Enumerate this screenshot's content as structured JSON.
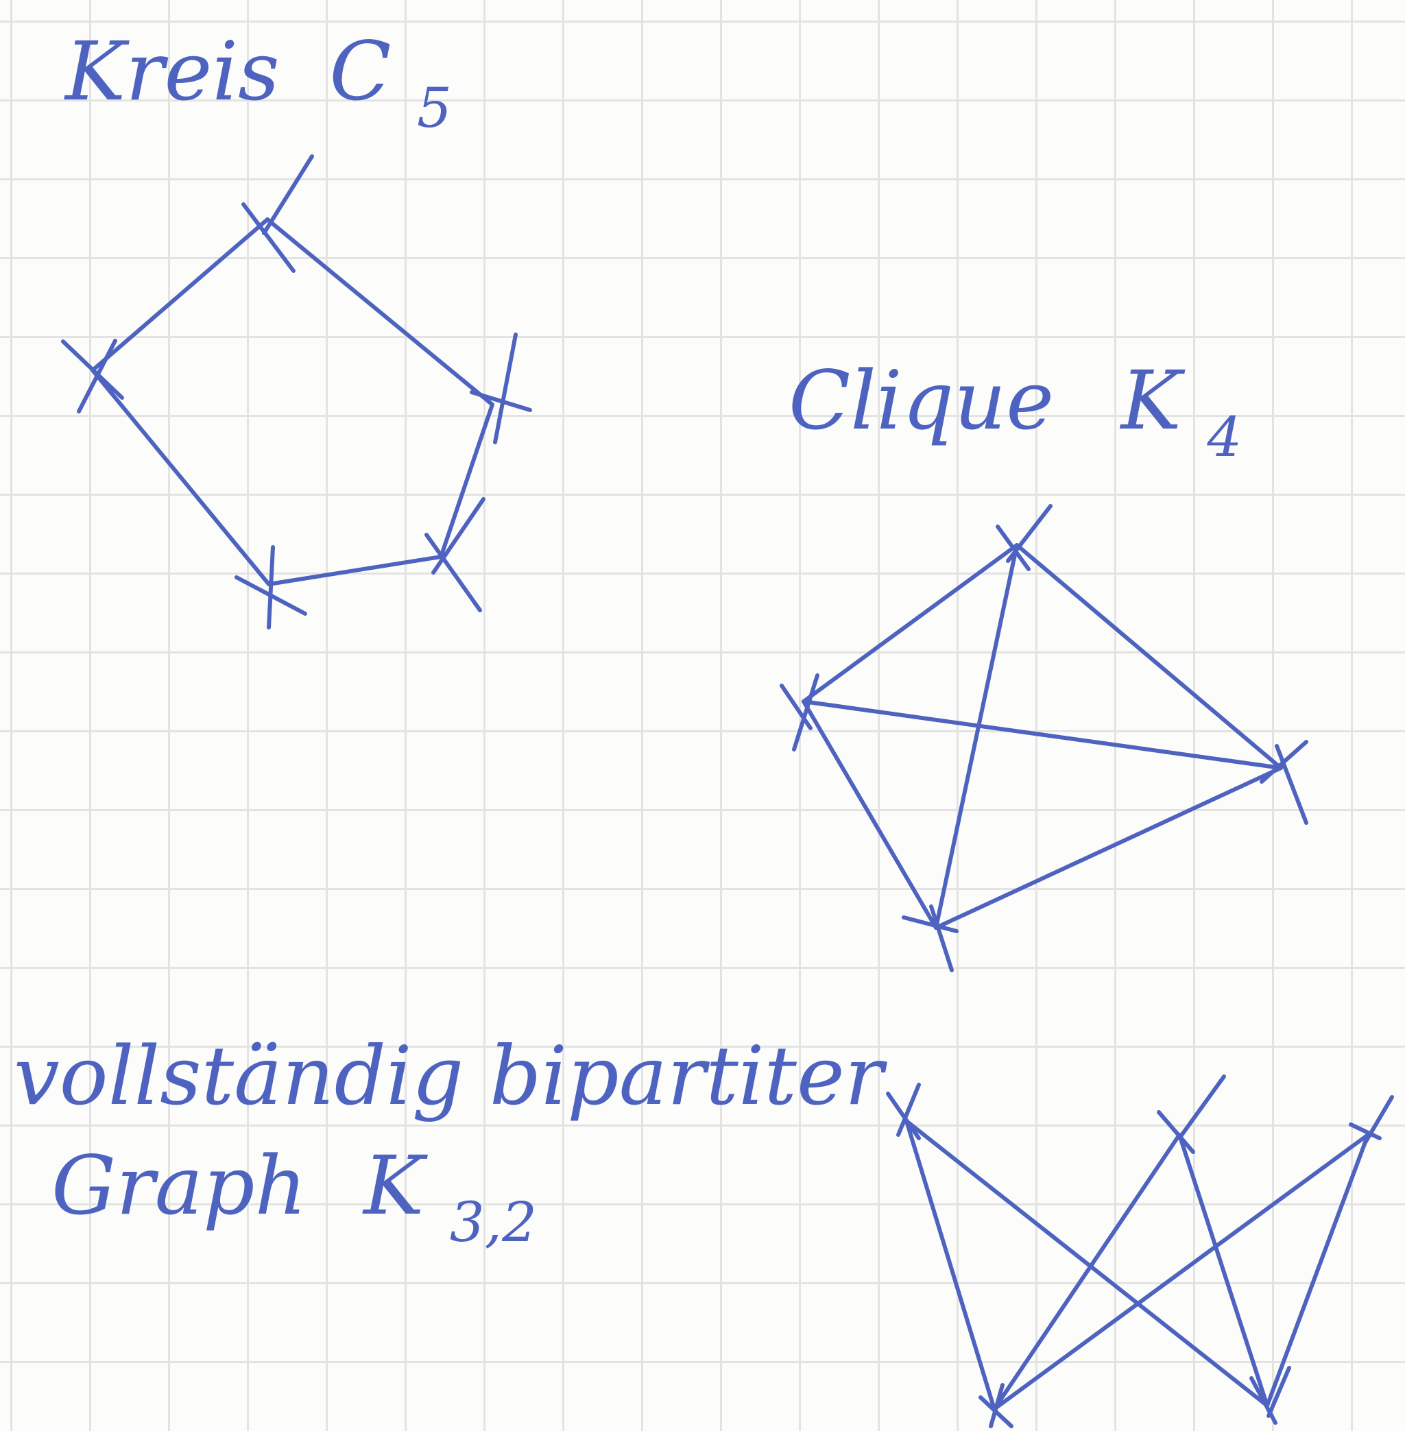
{
  "title_cycle": {
    "name": "Kreis",
    "symbol": "C",
    "subscript": "5"
  },
  "title_clique": {
    "name": "Clique",
    "symbol": "K",
    "subscript": "4"
  },
  "title_bipartite": {
    "line1": "vollständig bipartiter",
    "line2_name": "Graph",
    "symbol": "K",
    "subscript": "3,2"
  },
  "ink_color": "#4d63bf",
  "graphs": {
    "cycle": {
      "vertex_count": 5,
      "edge_count": 5
    },
    "clique": {
      "vertex_count": 4,
      "edge_count": 6
    },
    "bipartite": {
      "vertex_count": 5,
      "edge_count": 6
    }
  }
}
